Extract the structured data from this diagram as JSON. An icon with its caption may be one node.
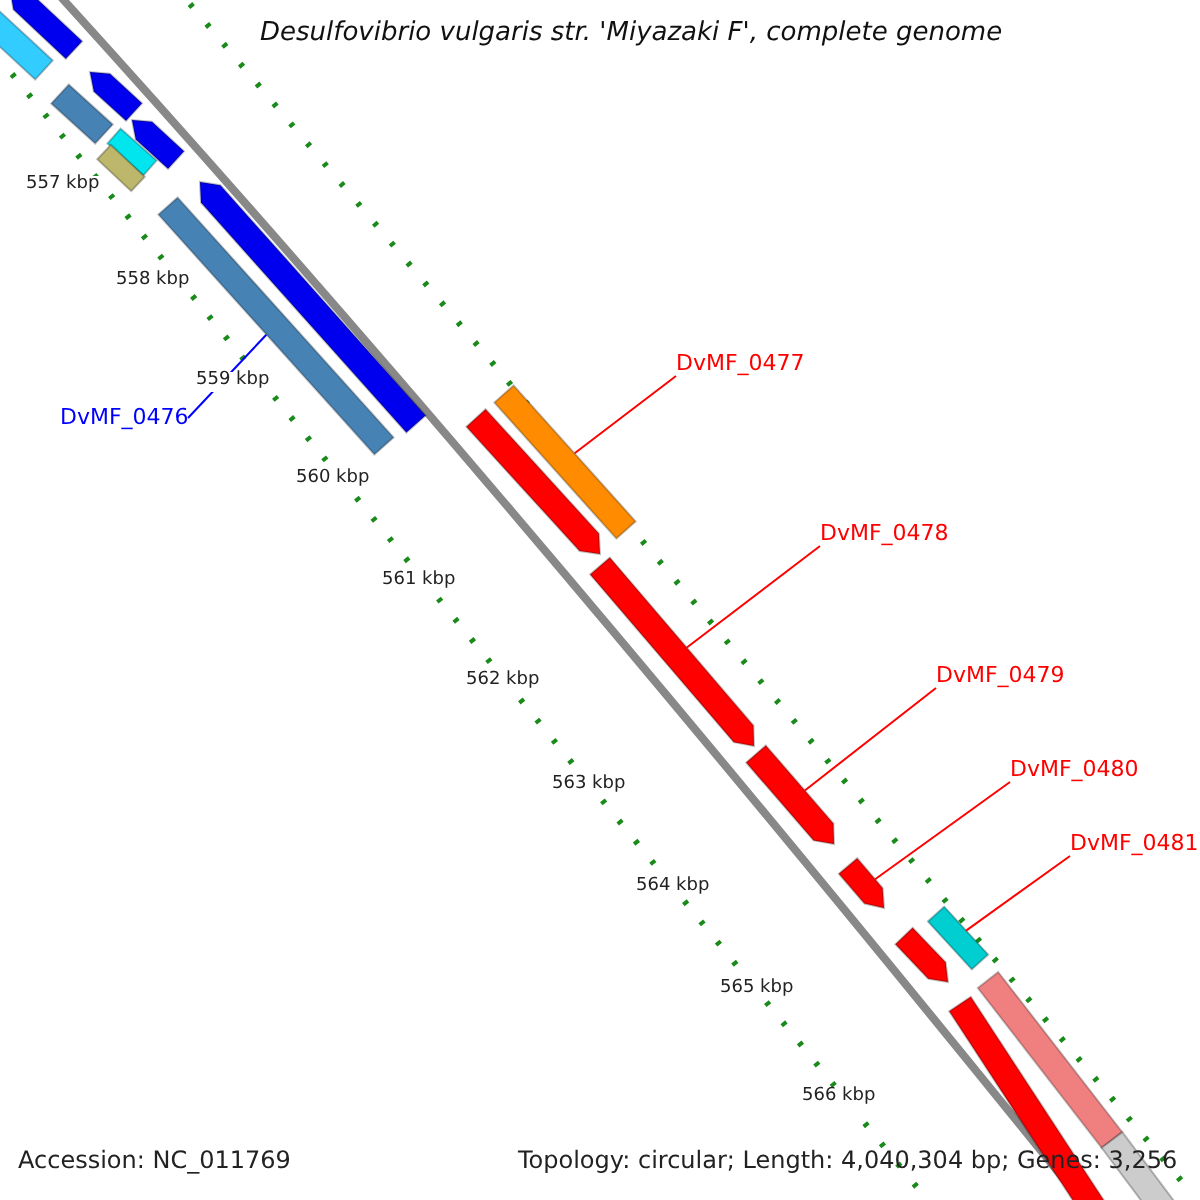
{
  "diagram": {
    "title": "Desulfovibrio vulgaris str. 'Miyazaki F', complete genome",
    "nodes": [
      {
        "text": [
          "DvMF_0476"
        ]
      },
      {
        "text": [
          "DvMF_0477"
        ]
      },
      {
        "text": [
          "DvMF_0478"
        ]
      },
      {
        "text": [
          "DvMF_0479"
        ]
      },
      {
        "text": [
          "DvMF_0480"
        ]
      },
      {
        "text": [
          "DvMF_0481"
        ]
      },
      {
        "text": [],
        "shape": "bar"
      },
      {
        "text": [],
        "shape": "arrow"
      },
      {
        "text": [],
        "shape": "arrow"
      },
      {
        "text": [],
        "shape": "bar"
      },
      {
        "text": [],
        "shape": "arrow"
      },
      {
        "text": [],
        "shape": "bar"
      },
      {
        "text": [],
        "shape": "bar"
      },
      {
        "text": [],
        "shape": "arrow"
      },
      {
        "text": [],
        "shape": "bar"
      },
      {
        "text": [],
        "shape": "bar"
      },
      {
        "text": [],
        "shape": "arrow"
      },
      {
        "text": [],
        "shape": "arrow"
      },
      {
        "text": [],
        "shape": "arrow"
      },
      {
        "text": [],
        "shape": "arrow"
      },
      {
        "text": [],
        "shape": "bar"
      },
      {
        "text": [],
        "shape": "arrow"
      },
      {
        "text": [],
        "shape": "bar"
      },
      {
        "text": [],
        "shape": "bar"
      },
      {
        "text": [],
        "shape": "bar"
      }
    ],
    "edges": [
      {
        "from": 0,
        "to": 14,
        "arrow": "none",
        "color": "#0000ff"
      },
      {
        "from": 1,
        "to": 15,
        "arrow": "none"
      },
      {
        "from": 2,
        "to": 17,
        "arrow": "none"
      },
      {
        "from": 3,
        "to": 18,
        "arrow": "none"
      },
      {
        "from": 4,
        "to": 19,
        "arrow": "none"
      },
      {
        "from": 5,
        "to": 20,
        "arrow": "none"
      }
    ],
    "labels": [
      "557 kbp",
      "558 kbp",
      "559 kbp",
      "560 kbp",
      "561 kbp",
      "562 kbp",
      "563 kbp",
      "564 kbp",
      "565 kbp",
      "566 kbp",
      "Accession: NC_011769",
      "Topology: circular; Length: 4,040,304 bp; Genes: 3,256"
    ]
  }
}
